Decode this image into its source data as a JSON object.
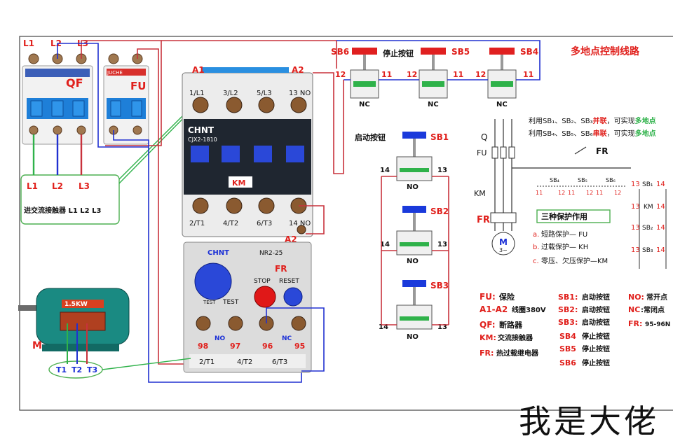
{
  "title": "多地点控制线路",
  "breakers": {
    "phases": [
      "L1",
      "L2",
      "L3"
    ],
    "qf": "QF",
    "fu": "FU",
    "brand": "JUCHE"
  },
  "input_box": {
    "labels": [
      "L1",
      "L2",
      "L3"
    ],
    "caption": "进交流接触器 L1 L2 L3"
  },
  "contactor": {
    "brand": "CHNT",
    "model": "CJX2-1810",
    "top_terminals": [
      "1/L1",
      "3/L2",
      "5/L3",
      "13 NO"
    ],
    "bottom_terminals": [
      "2/T1",
      "4/T2",
      "6/T3",
      "14 NO"
    ],
    "coil_a1": "A1",
    "coil_a2": "A2",
    "coil_a2_bottom": "A2",
    "km": "KM"
  },
  "relay": {
    "brand": "CHNT",
    "model": "NR2-25",
    "fr": "FR",
    "stop": "STOP",
    "reset": "RESET",
    "test": "TEST",
    "terminals": [
      "98",
      "97",
      "96",
      "95"
    ],
    "no": "NO",
    "nc": "NC",
    "bottom": [
      "2/T1",
      "4/T2",
      "6/T3"
    ]
  },
  "motor": {
    "label": "M",
    "power": "1.5KW",
    "terminals": [
      "T1",
      "T2",
      "T3"
    ]
  },
  "stop_buttons": [
    {
      "id": "SB6",
      "left": "12",
      "right": "11",
      "state": "NC",
      "note": "停止按钮"
    },
    {
      "id": "SB5",
      "left": "12",
      "right": "11",
      "state": "NC"
    },
    {
      "id": "SB4",
      "left": "12",
      "right": "11",
      "state": "NC"
    }
  ],
  "start_buttons": [
    {
      "id": "SB1",
      "left": "14",
      "right": "13",
      "state": "NO",
      "note": "启动按钮"
    },
    {
      "id": "SB2",
      "left": "14",
      "right": "13",
      "state": "NO"
    },
    {
      "id": "SB3",
      "left": "14",
      "right": "13",
      "state": "NO"
    }
  ],
  "schematic": {
    "line1_a": "利用SB₁、SB₂、SB₃",
    "line1_b": "并联",
    "line1_c": "，可实现",
    "line1_d": "多地点",
    "line2_a": "利用SB₄、SB₅、SB₆",
    "line2_b": "串联",
    "line2_c": "，可实现",
    "line2_d": "多地点",
    "q": "Q",
    "fu": "FU",
    "km": "KM",
    "fr": "FR",
    "fr_right": "FR",
    "motor": "M",
    "motor_sub": "3~",
    "sb_chain": [
      "SB₄",
      "SB₅",
      "SB₆"
    ],
    "sb_chain_nums": [
      "11",
      "12",
      "11",
      "12",
      "11",
      "12"
    ],
    "right_sb": [
      "SB₁",
      "SB₂",
      "SB₃"
    ],
    "right_nums": [
      "13",
      "14"
    ],
    "right_km": "KM"
  },
  "protection": {
    "title": "三种保护作用",
    "items": [
      {
        "k": "a.",
        "text": "短路保护— FU"
      },
      {
        "k": "b.",
        "text": "过载保护— KH"
      },
      {
        "k": "c.",
        "text": "零压、欠压保护—KM"
      }
    ]
  },
  "legend_left": [
    {
      "key": "FU:",
      "val": "保险"
    },
    {
      "key": "A1-A2",
      "val": "线圈380V"
    },
    {
      "key": "QF:",
      "val": "断路器"
    },
    {
      "key": "KM:",
      "val": "交流接触器"
    },
    {
      "key": "FR:",
      "val": "热过载继电器"
    }
  ],
  "legend_mid": [
    {
      "key": "SB1:",
      "val": "启动按钮"
    },
    {
      "key": "SB2:",
      "val": "启动按钮"
    },
    {
      "key": "SB3:",
      "val": "启动按钮"
    },
    {
      "key": "SB4",
      "val": "停止按钮"
    },
    {
      "key": "SB5",
      "val": "停止按钮"
    },
    {
      "key": "SB6",
      "val": "停止按钮"
    }
  ],
  "legend_right": [
    {
      "key": "NO:",
      "val": "常开点"
    },
    {
      "key": "NC",
      "val": ":常闭点"
    },
    {
      "key": "FR:",
      "val": "95-96N"
    }
  ],
  "caption": "我是大佬"
}
